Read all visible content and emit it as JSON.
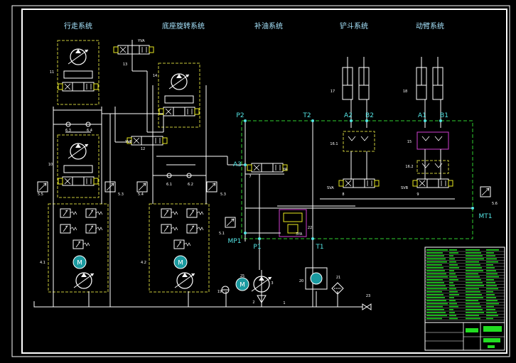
{
  "drawing": {
    "sections": [
      {
        "id": "travel",
        "label": "行走系统"
      },
      {
        "id": "swing",
        "label": "底座旋转系统"
      },
      {
        "id": "charge",
        "label": "补油系统"
      },
      {
        "id": "bucket",
        "label": "铲斗系统"
      },
      {
        "id": "boom",
        "label": "动臂系统"
      }
    ],
    "ports": {
      "p2": "P2",
      "t2": "T2",
      "a2": "A2",
      "b2": "B2",
      "a1": "A1",
      "b1": "B1",
      "a3": "A3",
      "mp1": "MP1",
      "p1": "P1",
      "t1": "T1",
      "mt1": "MT1"
    },
    "tags": {
      "yva": "YVA",
      "yvb": "YVB",
      "sv_a": "SVA",
      "sv_b": "SVB",
      "yv3": "3YA",
      "yv2": "YA"
    },
    "part_numbers": {
      "n11": "11",
      "n12": "12",
      "n13": "13",
      "n14": "14",
      "n10": "10",
      "n6_3": "6.3",
      "n6_4": "6.4",
      "n6_1": "6.1",
      "n6_2": "6.2",
      "n5_5": "5.5",
      "n5_3": "5.3",
      "n5_4": "5.4",
      "n5_3b": "5.3",
      "n4_1": "4.1",
      "n4_2": "4.2",
      "n7": "7",
      "n8": "8",
      "n9": "9",
      "n17": "17",
      "n18": "18",
      "n16_1": "16.1",
      "n15": "15",
      "n16_2": "16.2",
      "n5_6": "5.6",
      "n5_1": "5.1",
      "n22": "22",
      "n25": "25",
      "n3": "3",
      "n2": "2",
      "n19": "19",
      "n20": "20",
      "n21": "21",
      "n1": "1",
      "n23": "23"
    },
    "colors": {
      "background": "#000000",
      "frame": "#ffffff",
      "line": "#ffffff",
      "subsystem_box": "#c9c93a",
      "charge_box": "#2fd02f",
      "section_label": "#a8e6ff",
      "port_label": "#55e6e6",
      "title_block_text": "#22dd22",
      "magenta": "#d040d0",
      "red": "#e03030"
    }
  }
}
